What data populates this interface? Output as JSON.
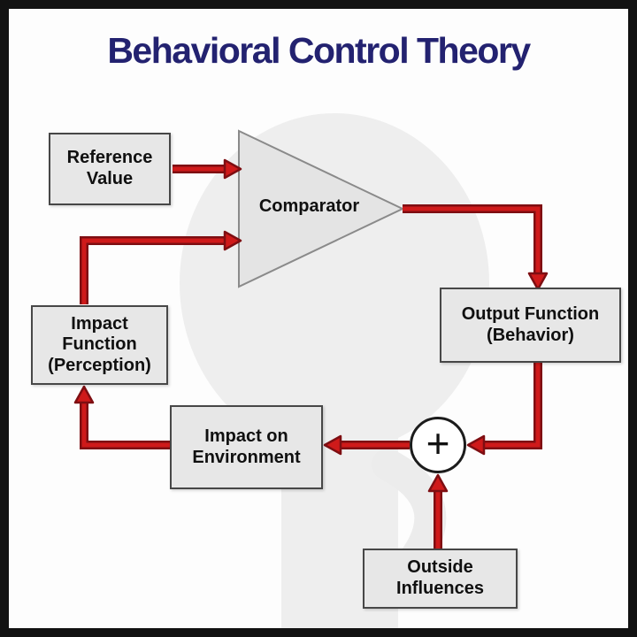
{
  "title": "Behavioral Control Theory",
  "nodes": {
    "reference_value": "Reference\nValue",
    "comparator": "Comparator",
    "output_function": "Output Function\n(Behavior)",
    "impact_function": "Impact\nFunction\n(Perception)",
    "impact_on_environment": "Impact on\nEnvironment",
    "outside_influences": "Outside\nInfluences",
    "summing_junction": "+"
  },
  "edges": [
    {
      "from": "reference_value",
      "to": "comparator"
    },
    {
      "from": "comparator",
      "to": "output_function"
    },
    {
      "from": "output_function",
      "to": "summing_junction"
    },
    {
      "from": "outside_influences",
      "to": "summing_junction"
    },
    {
      "from": "summing_junction",
      "to": "impact_on_environment"
    },
    {
      "from": "impact_on_environment",
      "to": "impact_function"
    },
    {
      "from": "impact_function",
      "to": "comparator"
    }
  ],
  "colors": {
    "title": "#232270",
    "arrow": "#cf1a1a",
    "arrow_outline": "#7e0e12",
    "box_fill": "#e7e7e7",
    "box_border": "#474747",
    "frame_border": "#121212"
  }
}
